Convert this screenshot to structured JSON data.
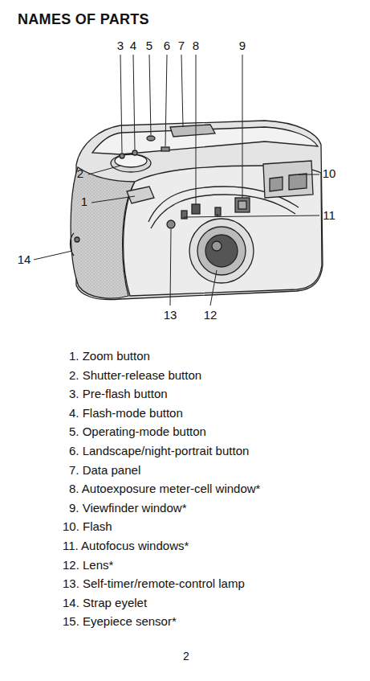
{
  "diagram": {
    "title": "NAMES OF PARTS",
    "labels": [
      "3",
      "4",
      "5",
      "6",
      "7",
      "8",
      "9",
      "2",
      "10",
      "1",
      "11",
      "14",
      "13",
      "12",
      "1. Zoom button",
      "2. Shutter-release button",
      "3. Pre-flash button",
      "4. Flash-mode button",
      "5. Operating-mode button",
      "6. Landscape/night-portrait button",
      "7. Data panel",
      "8. Autoexposure meter-cell window*",
      "9. Viewfinder window*",
      "10. Flash",
      "11. Autofocus windows*",
      "12. Lens*",
      "13. Self-timer/remote-control lamp",
      "14. Strap eyelet",
      "15. Eyepiece sensor*",
      "2"
    ]
  }
}
